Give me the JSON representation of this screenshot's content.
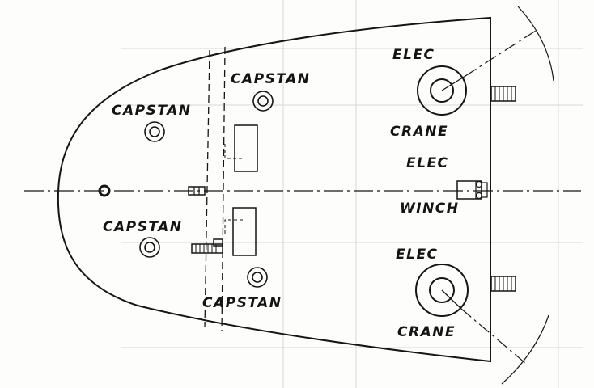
{
  "labels": {
    "capstan_upper_left": "CAPSTAN",
    "capstan_upper_mid": "CAPSTAN",
    "capstan_lower_left": "CAPSTAN",
    "capstan_lower_mid": "CAPSTAN",
    "crane_upper_elec": "ELEC",
    "crane_upper_name": "CRANE",
    "winch_elec": "ELEC",
    "winch_name": "WINCH",
    "crane_lower_elec": "ELEC",
    "crane_lower_name": "CRANE"
  },
  "colors": {
    "ink": "#151515",
    "paper": "#fdfdfc",
    "ghost": "#d8d8d6"
  }
}
